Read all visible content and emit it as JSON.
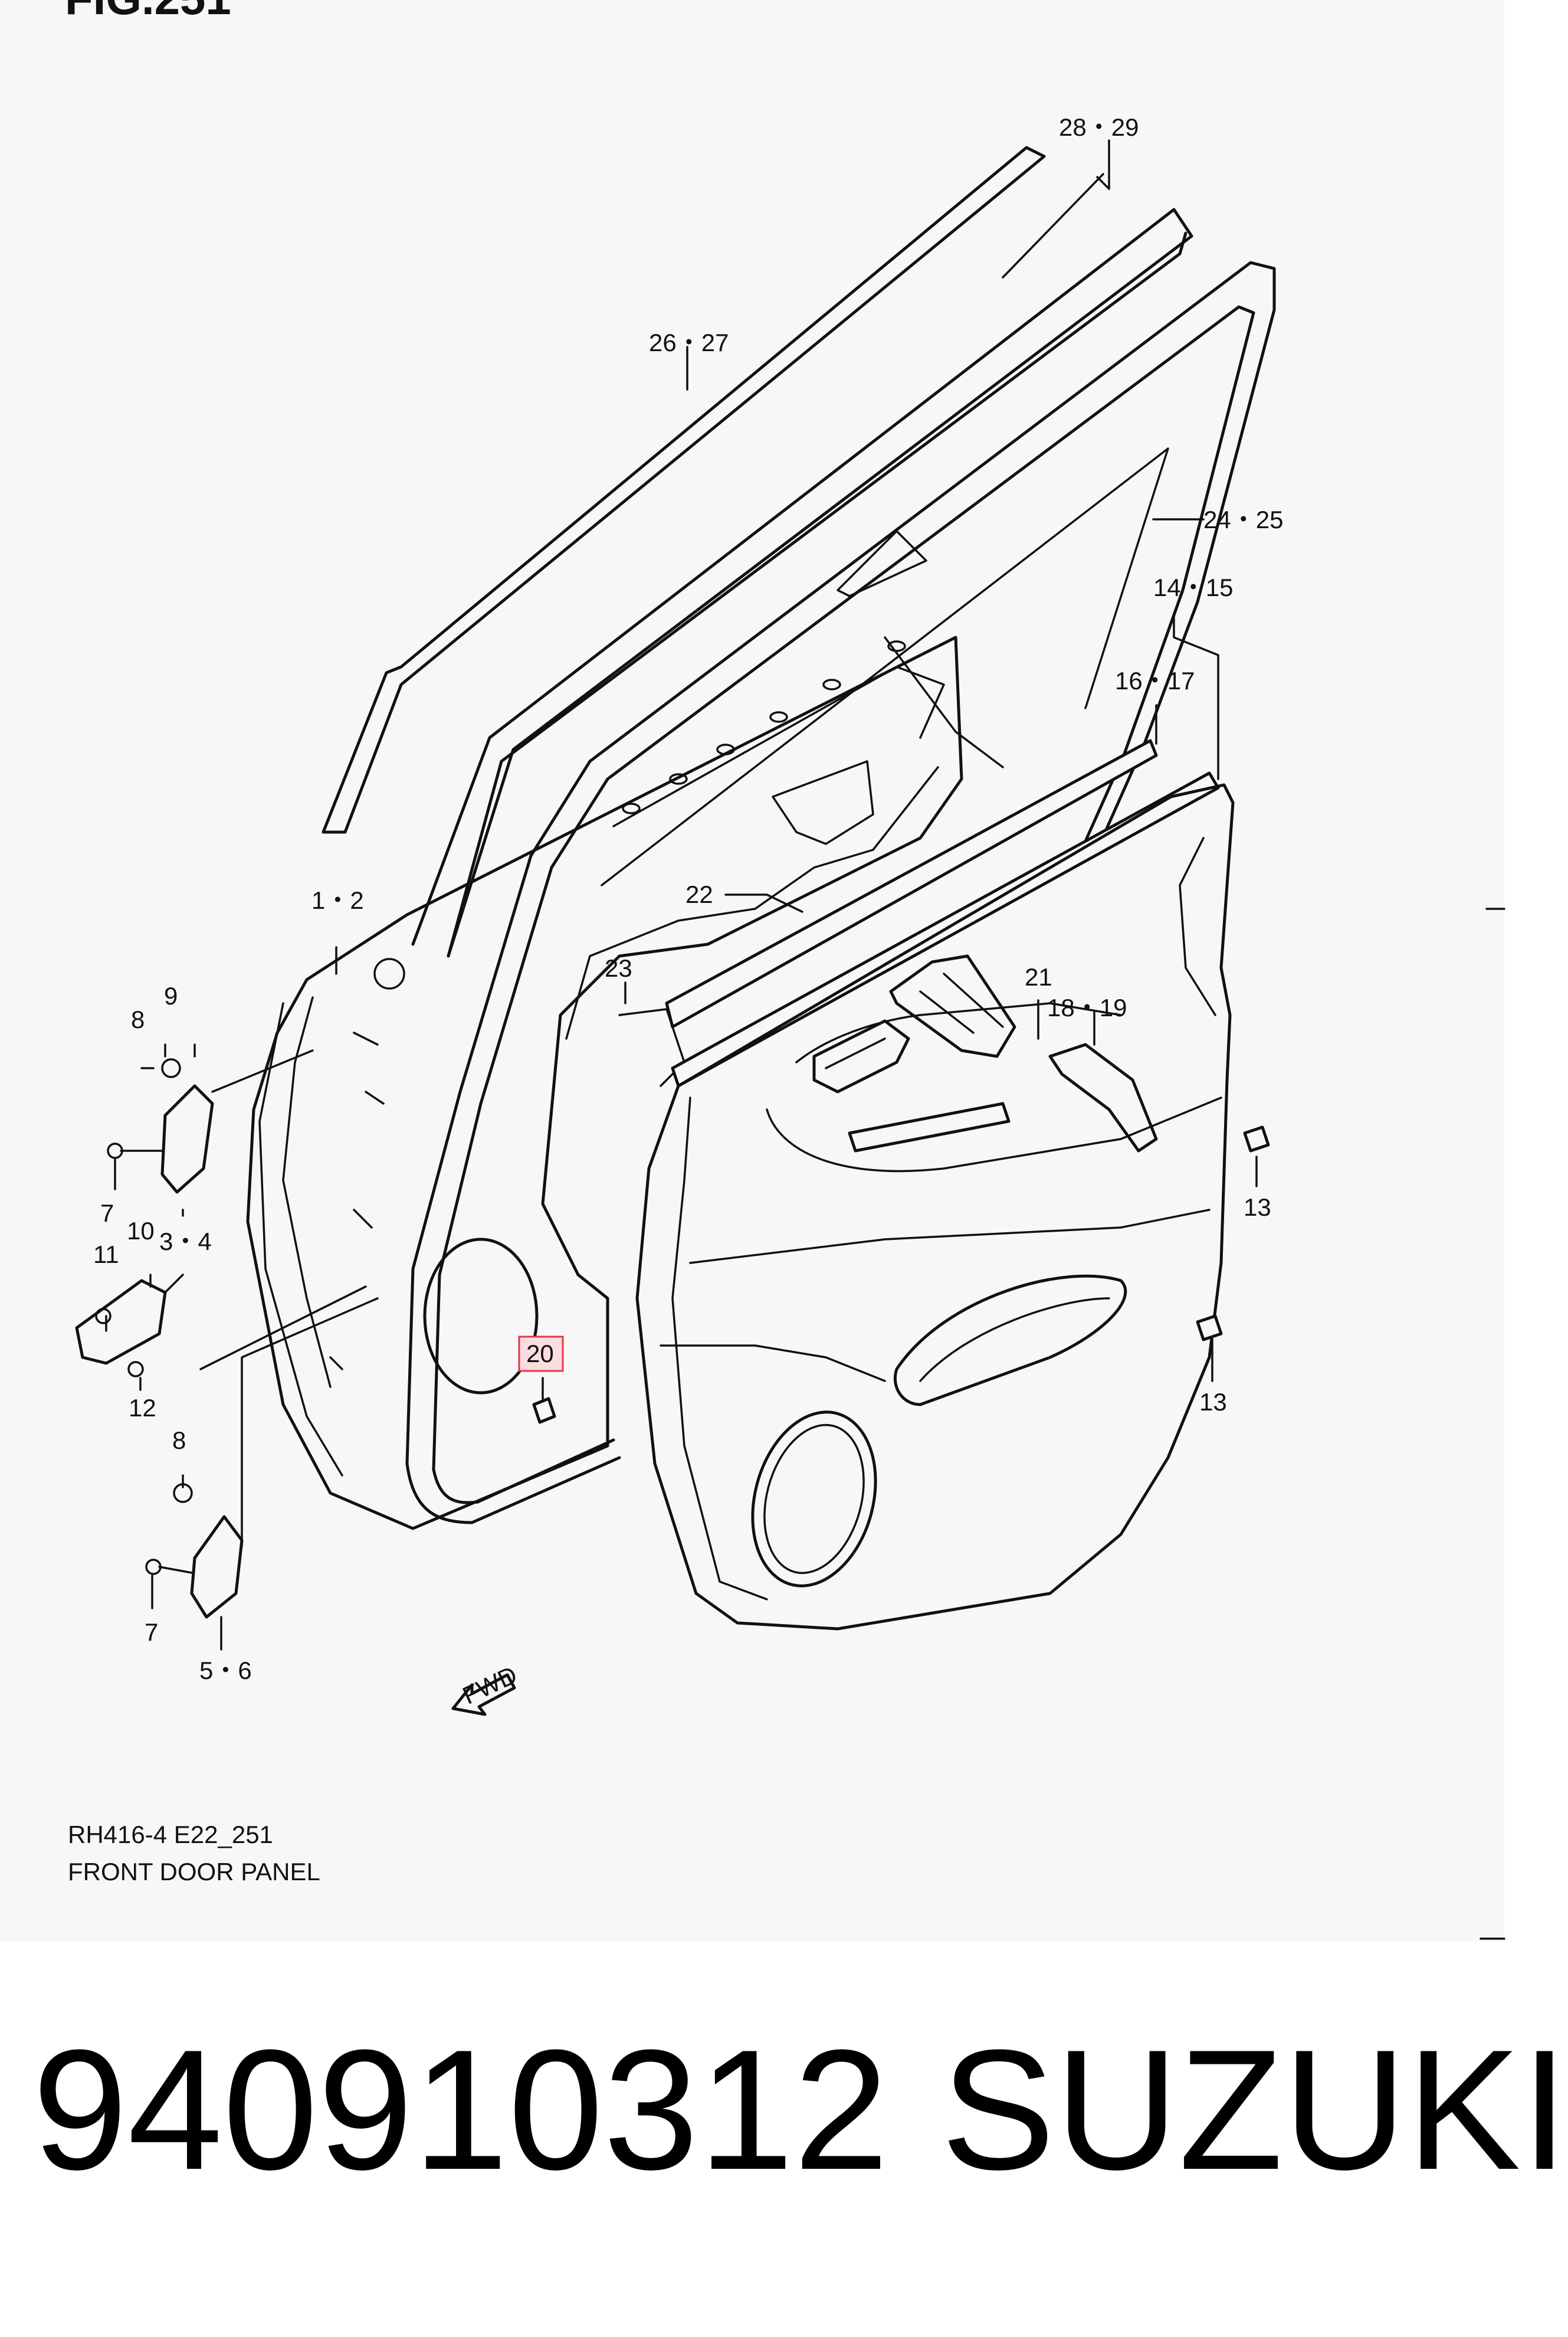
{
  "figure": {
    "title": "FIG.251",
    "code": "RH416-4 E22_251",
    "name": "FRONT DOOR PANEL",
    "fwd": "FWD"
  },
  "callouts": {
    "c28_29": "28・29",
    "c26_27": "26・27",
    "c24_25": "24・25",
    "c14_15": "14・15",
    "c16_17": "16・17",
    "c1_2": "1・2",
    "c22": "22",
    "c23": "23",
    "c21": "21",
    "c18_19": "18・19",
    "c8a": "8",
    "c9": "9",
    "c7a": "7",
    "c3_4": "3・4",
    "c10": "10",
    "c11": "11",
    "c12": "12",
    "c8b": "8",
    "c7b": "7",
    "c5_6": "5・6",
    "c13a": "13",
    "c13b": "13",
    "c20": "20"
  },
  "highlight_color": "#e8334a",
  "footer": {
    "part_number": "940910312",
    "brand": "SUZUKI"
  }
}
